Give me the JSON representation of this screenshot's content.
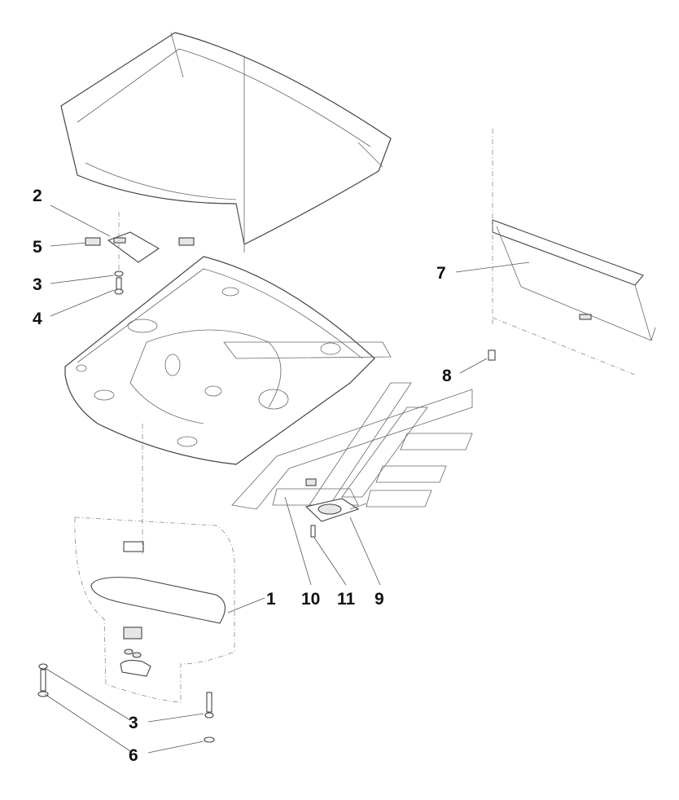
{
  "callouts": [
    {
      "id": "c2",
      "text": "2"
    },
    {
      "id": "c5",
      "text": "5"
    },
    {
      "id": "c3a",
      "text": "3"
    },
    {
      "id": "c4",
      "text": "4"
    },
    {
      "id": "c7",
      "text": "7"
    },
    {
      "id": "c8",
      "text": "8"
    },
    {
      "id": "c1",
      "text": "1"
    },
    {
      "id": "c10",
      "text": "10"
    },
    {
      "id": "c11",
      "text": "11"
    },
    {
      "id": "c9",
      "text": "9"
    },
    {
      "id": "c3b",
      "text": "3"
    },
    {
      "id": "c6",
      "text": "6"
    }
  ]
}
